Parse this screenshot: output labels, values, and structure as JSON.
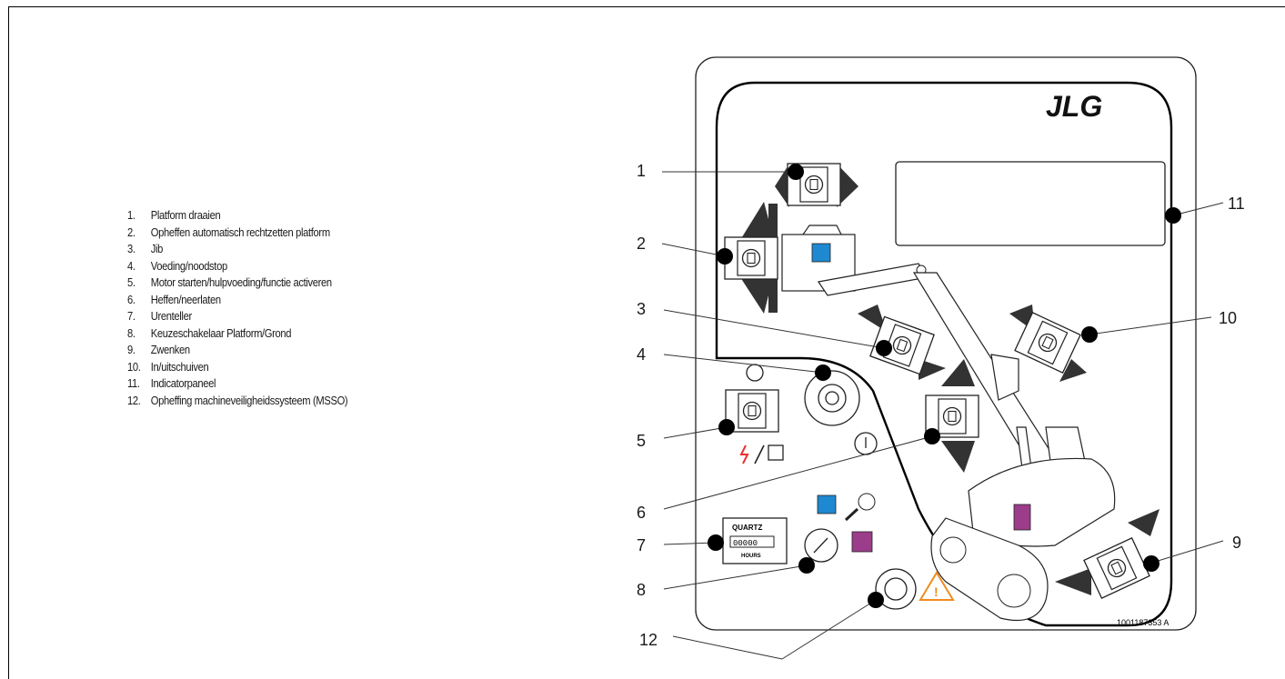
{
  "legend": [
    {
      "num": "1.",
      "label": "Platform draaien"
    },
    {
      "num": "2.",
      "label": "Opheffen automatisch rechtzetten platform"
    },
    {
      "num": "3.",
      "label": "Jib"
    },
    {
      "num": "4.",
      "label": "Voeding/noodstop"
    },
    {
      "num": "5.",
      "label": "Motor starten/hulpvoeding/functie activeren"
    },
    {
      "num": "6.",
      "label": "Heffen/neerlaten"
    },
    {
      "num": "7.",
      "label": "Urenteller"
    },
    {
      "num": "8.",
      "label": "Keuzeschakelaar Platform/Grond"
    },
    {
      "num": "9.",
      "label": "Zwenken"
    },
    {
      "num": "10.",
      "label": "In/uitschuiven"
    },
    {
      "num": "11.",
      "label": "Indicatorpaneel"
    },
    {
      "num": "12.",
      "label": "Opheffing machineveiligheidssysteem (MSSO)"
    }
  ],
  "callouts": [
    "1",
    "2",
    "3",
    "4",
    "5",
    "6",
    "7",
    "8",
    "9",
    "10",
    "11",
    "12"
  ],
  "panel": {
    "logo": "JLG",
    "part_number": "1001187353 A",
    "hour_meter": {
      "brand": "QUARTZ",
      "digits": "00000",
      "unit": "HOURS"
    }
  },
  "colors": {
    "blue": "#1e88d0",
    "purple": "#9b3d8a",
    "warning": "#f08c1e",
    "power": "#e8302e"
  }
}
